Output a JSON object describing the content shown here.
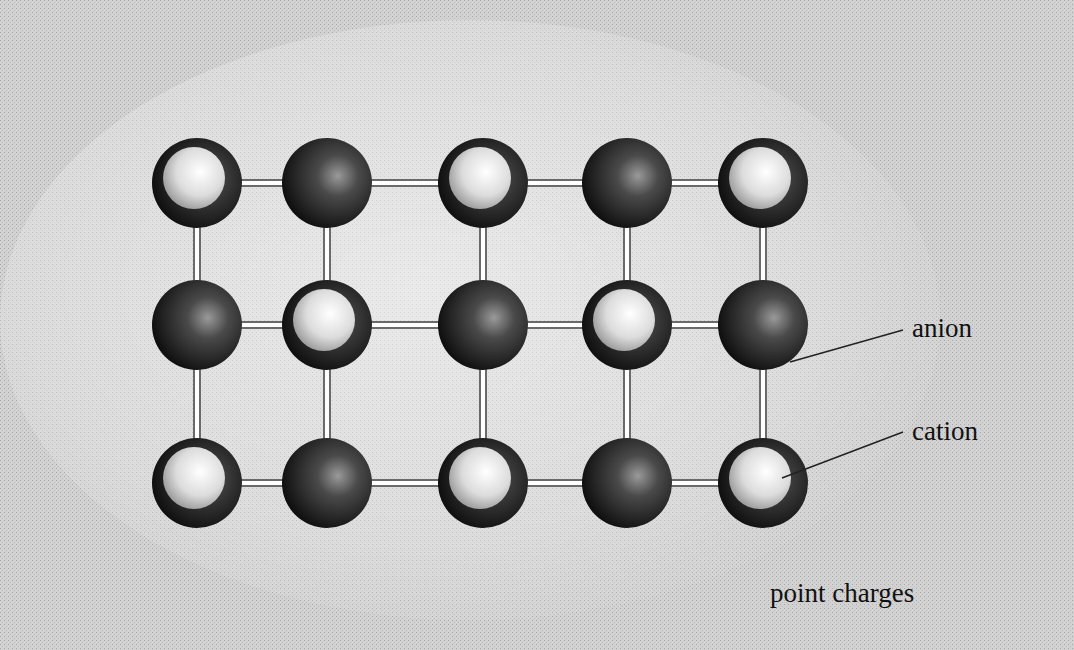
{
  "diagram": {
    "labels": [
      "anion",
      "cation",
      "point charges"
    ]
  }
}
